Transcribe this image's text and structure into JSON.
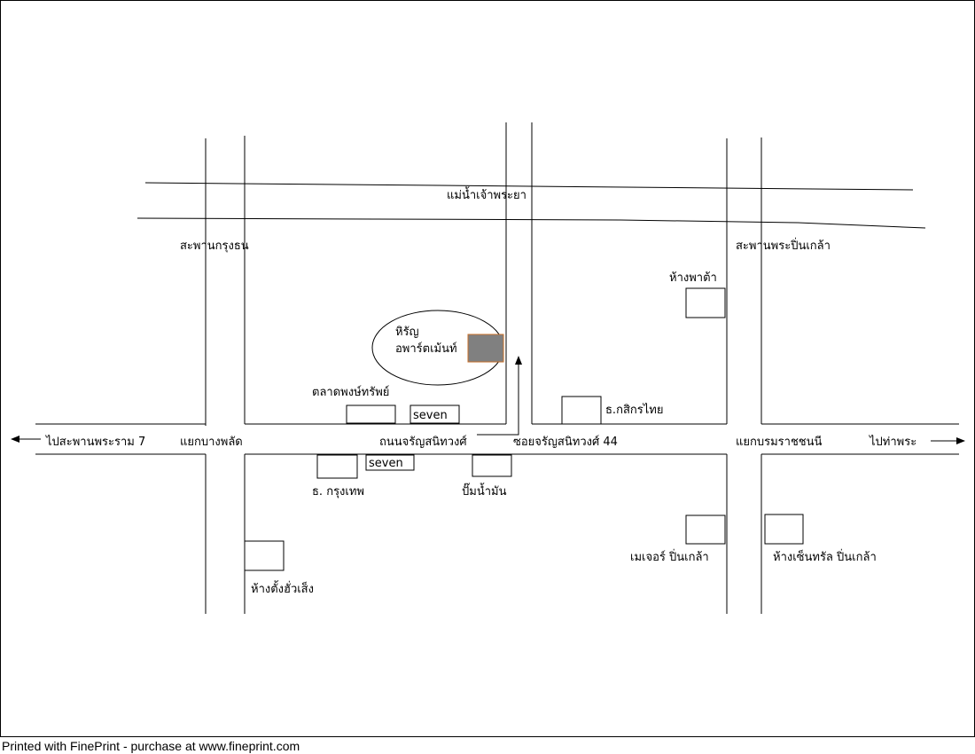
{
  "labels": {
    "river": "แม่น้ำเจ้าพระยา",
    "bridge_krungthon": "สะพานกรุงธน",
    "bridge_pinklao": "สะพานพระปิ่นเกล้า",
    "haripunchai_line1": "หิรัญ",
    "haripunchai_line2": "อพาร์ตเม้นท์",
    "market": "ตลาดพงษ์ทรัพย์",
    "seven_top": "seven",
    "seven_bottom": "seven",
    "kasikorn": "ธ.กสิกรไทย",
    "pata": "ห้างพาต้า",
    "to_rama7": "ไปสะพานพระราม 7",
    "bang_phlat": "แยกบางพลัด",
    "charan_road": "ถนนจรัญสนิทวงศ์",
    "soi44": "ซอยจรัญสนิทวงศ์ 44",
    "borom_junction": "แยกบรมราชชนนี",
    "to_tha_phra": "ไปท่าพระ",
    "bangkok_bank": "ธ. กรุงเทพ",
    "gas_station": "ปั๊มน้ำมัน",
    "major": "เมเจอร์ ปิ่นเกล้า",
    "central": "ห้างเซ็นทรัล ปิ่นเกล้า",
    "tang_hua_seng": "ห้างตั้งฮั่วเส็ง"
  },
  "colors": {
    "destination_fill": "#808080",
    "destination_stroke": "#c8702a"
  },
  "footer": "Printed with FinePrint - purchase at www.fineprint.com"
}
